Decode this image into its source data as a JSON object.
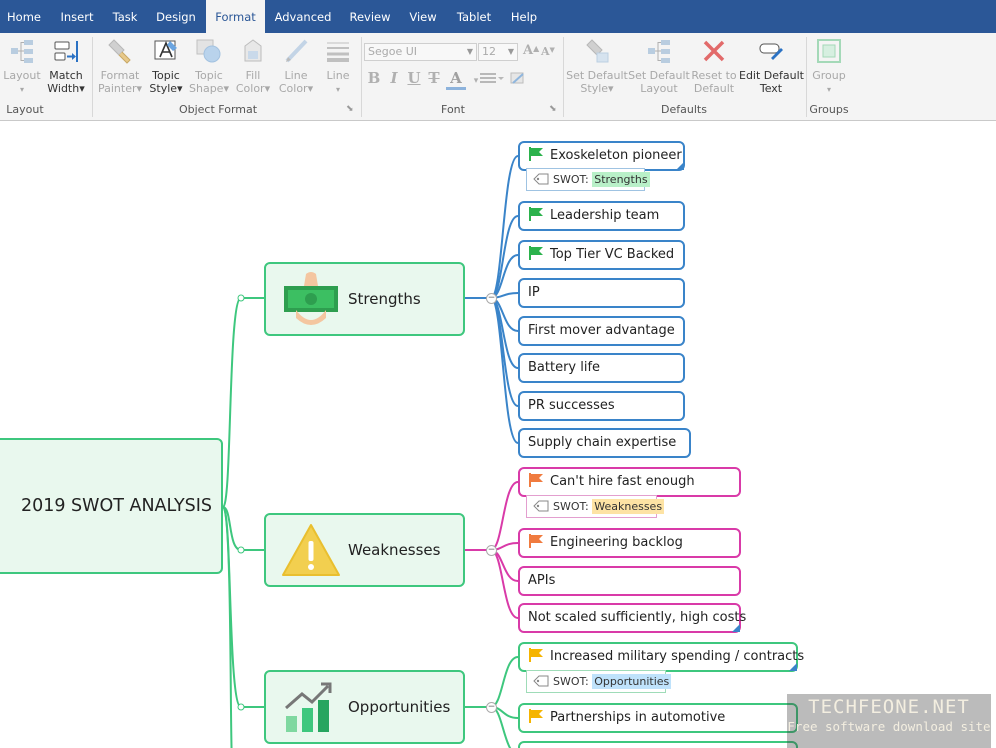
{
  "menu": {
    "tabs": [
      {
        "label": "Home"
      },
      {
        "label": "Insert"
      },
      {
        "label": "Task"
      },
      {
        "label": "Design"
      },
      {
        "label": "Format"
      },
      {
        "label": "Advanced"
      },
      {
        "label": "Review"
      },
      {
        "label": "View"
      },
      {
        "label": "Tablet"
      },
      {
        "label": "Help"
      }
    ],
    "active": "Format"
  },
  "ribbon": {
    "layout": {
      "btn_layout": "Layout",
      "btn_match_1": "Match",
      "btn_match_2": "Width",
      "label": "Layout"
    },
    "object_format": {
      "format_painter_1": "Format",
      "format_painter_2": "Painter",
      "topic_style_1": "Topic",
      "topic_style_2": "Style",
      "topic_shape_1": "Topic",
      "topic_shape_2": "Shape",
      "fill_color_1": "Fill",
      "fill_color_2": "Color",
      "line_color_1": "Line",
      "line_color_2": "Color",
      "line": "Line",
      "label": "Object Format"
    },
    "font": {
      "family": "Segoe UI",
      "size": "12",
      "bold": "B",
      "italic": "I",
      "underline": "U",
      "strike": "T",
      "color_a": "A",
      "grow": "A",
      "shrink": "A",
      "label": "Font"
    },
    "defaults": {
      "set_default_style_1": "Set Default",
      "set_default_style_2": "Style",
      "set_default_layout_1": "Set Default",
      "set_default_layout_2": "Layout",
      "reset_default_1": "Reset to",
      "reset_default_2": "Default",
      "edit_default_text_1": "Edit Default",
      "edit_default_text_2": "Text",
      "label": "Defaults"
    },
    "groups": {
      "group": "Group",
      "label": "Groups"
    }
  },
  "map": {
    "central": "2019 SWOT ANALYSIS",
    "strengths": {
      "title": "Strengths",
      "items": [
        {
          "text": "Exoskeleton pioneer"
        },
        {
          "text": "Leadership team"
        },
        {
          "text": "Top Tier VC Backed"
        },
        {
          "text": "IP"
        },
        {
          "text": "First mover advantage"
        },
        {
          "text": "Battery life"
        },
        {
          "text": "PR successes"
        },
        {
          "text": "Supply chain expertise"
        }
      ],
      "tag_prefix": "SWOT:",
      "tag_value": "Strengths"
    },
    "weaknesses": {
      "title": "Weaknesses",
      "items": [
        {
          "text": "Can't hire fast enough"
        },
        {
          "text": "Engineering backlog"
        },
        {
          "text": "APIs"
        },
        {
          "text": "Not scaled sufficiently, high costs"
        }
      ],
      "tag_prefix": "SWOT:",
      "tag_value": "Weaknesses"
    },
    "opportunities": {
      "title": "Opportunities",
      "items": [
        {
          "text": "Increased military spending / contracts"
        },
        {
          "text": "Partnerships in automotive"
        }
      ],
      "tag_prefix": "SWOT:",
      "tag_value": "Opportunities"
    }
  },
  "watermark": {
    "line1": "TECHFEONE.NET",
    "line2": "Free software download site"
  },
  "colors": {
    "menu_bg": "#2b5797",
    "topic_border": "#3ec77e",
    "topic_fill": "#e9f8ee",
    "strengths_branch": "#3a84c9",
    "weaknesses_branch": "#d93aa8",
    "flag_green": "#2bb24c",
    "flag_orange": "#f07b3f",
    "flag_yellow": "#f5b400"
  }
}
